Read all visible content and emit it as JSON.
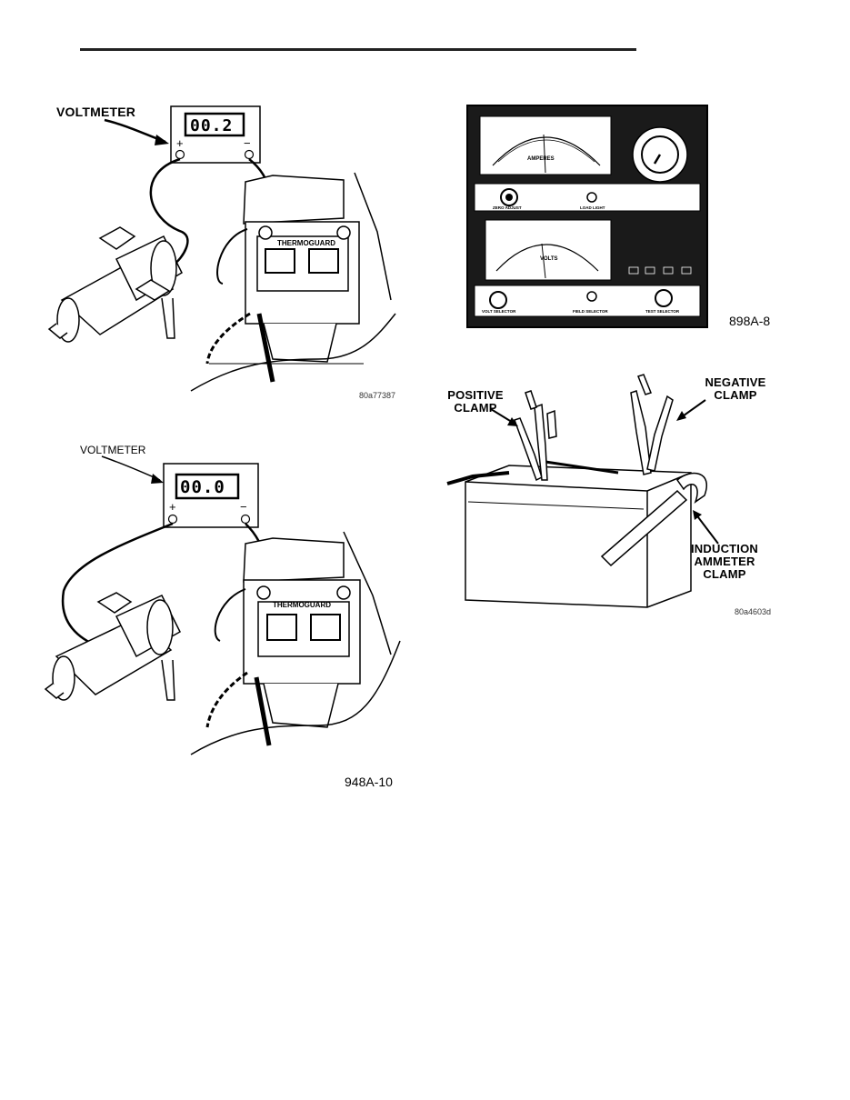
{
  "fig1": {
    "label": "VOLTMETER",
    "display": "00.2",
    "plus": "+",
    "minus": "−",
    "thermo": "THERMOGUARD",
    "code": "80a77387"
  },
  "fig2": {
    "label": "VOLTMETER",
    "display": "00.0",
    "plus": "+",
    "minus": "−",
    "thermo": "THERMOGUARD",
    "code": "948A-10"
  },
  "fig3": {
    "amperes": "AMPERES",
    "volts": "VOLTS",
    "zero_adjust": "ZERO ADJUST",
    "load_light": "LOAD LIGHT",
    "volt_selector": "VOLT SELECTOR",
    "field_selector": "FIELD SELECTOR",
    "test_selector": "TEST SELECTOR",
    "code": "898A-8"
  },
  "fig4": {
    "positive": "POSITIVE\nCLAMP",
    "negative": "NEGATIVE\nCLAMP",
    "induction": "INDUCTION\nAMMETER\nCLAMP",
    "code": "80a4603d"
  }
}
